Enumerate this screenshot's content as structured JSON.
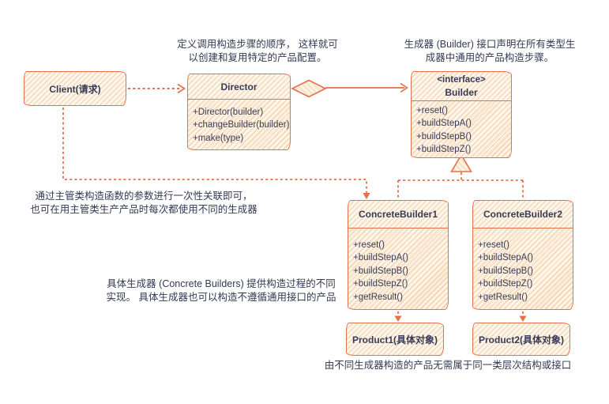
{
  "classes": {
    "client": {
      "name": "Client(请求)"
    },
    "director": {
      "name": "Director",
      "methods": [
        "+Director(builder)",
        "+changeBuilder(builder)",
        "+make(type)"
      ]
    },
    "builder": {
      "stereotype": "<interface>",
      "name": "Builder",
      "methods": [
        "+reset()",
        "+buildStepA()",
        "+buildStepB()",
        "+buildStepZ()"
      ]
    },
    "concrete_builder_1": {
      "name": "ConcreteBuilder1",
      "methods": [
        "+reset()",
        "+buildStepA()",
        "+buildStepB()",
        "+buildStepZ()",
        "+getResult()"
      ]
    },
    "concrete_builder_2": {
      "name": "ConcreteBuilder2",
      "methods": [
        "+reset()",
        "+buildStepA()",
        "+buildStepB()",
        "+buildStepZ()",
        "+getResult()"
      ]
    },
    "product_1": {
      "name": "Product1(具体对象)"
    },
    "product_2": {
      "name": "Product2(具体对象)"
    }
  },
  "notes": {
    "director_note": {
      "line1": "定义调用构造步骤的顺序， 这样就可",
      "line2": "以创建和复用特定的产品配置。"
    },
    "builder_note": {
      "line1": "生成器 (Builder) 接口声明在所有类型生",
      "line2": "成器中通用的产品构造步骤。"
    },
    "association_note": {
      "line1": "通过主管类构造函数的参数进行一次性关联即可，",
      "line2": "也可在用主管类生产产品时每次都使用不同的生成器"
    },
    "concrete_note": {
      "line1": "具体生成器 (Concrete Builders) 提供构造过程的不同",
      "line2": "实现。 具体生成器也可以构造不遵循通用接口的产品"
    },
    "products_note": {
      "line1": "由不同生成器构造的产品无需属于同一类层次结构或接口"
    }
  },
  "relations": [
    {
      "from": "Client",
      "to": "Director",
      "type": "dashed-dependency"
    },
    {
      "from": "Client",
      "to": "ConcreteBuilder1",
      "type": "dashed-dependency"
    },
    {
      "from": "Director",
      "to": "Builder",
      "type": "aggregation-arrow"
    },
    {
      "from": "ConcreteBuilder1",
      "to": "Builder",
      "type": "realization"
    },
    {
      "from": "ConcreteBuilder2",
      "to": "Builder",
      "type": "realization"
    },
    {
      "from": "ConcreteBuilder1",
      "to": "Product1",
      "type": "dashed-dependency"
    },
    {
      "from": "ConcreteBuilder2",
      "to": "Product2",
      "type": "dashed-dependency"
    }
  ],
  "colors": {
    "stroke": "#E2714C",
    "fill_light": "#FEF6EA",
    "hatch": "#F3C9A0",
    "text": "#363C55"
  }
}
